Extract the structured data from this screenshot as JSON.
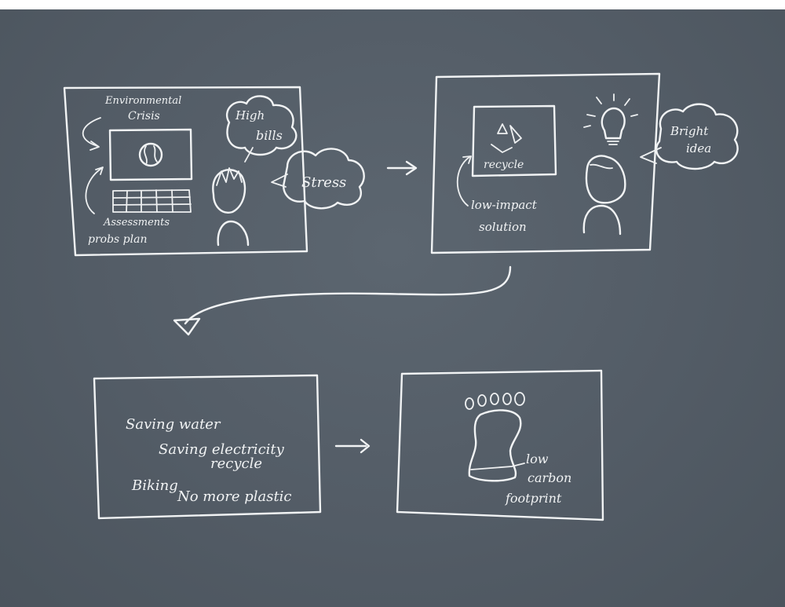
{
  "panels": {
    "panel1": {
      "header": "Environmental Crisis",
      "header_line1": "Environmental",
      "header_line2": "Crisis",
      "cloud_bills": "High bills",
      "cloud_bills_line1": "High",
      "cloud_bills_line2": "bills",
      "cloud_stress": "Stress",
      "scribble_line1": "Assessments",
      "scribble_line2": "probs plan"
    },
    "panel2": {
      "screen_label": "recycle",
      "caption_line1": "low-impact",
      "caption_line2": "solution",
      "cloud_idea_line1": "Bright",
      "cloud_idea_line2": "idea"
    },
    "panel3": {
      "items": [
        "Saving water",
        "Saving electricity",
        "recycle",
        "Biking",
        "No more plastic"
      ]
    },
    "panel4": {
      "caption_line1": "low",
      "caption_line2": "carbon",
      "caption_line3": "footprint"
    }
  },
  "icons": [
    "globe-icon",
    "recycle-icon",
    "lightbulb-icon",
    "footprint-icon"
  ],
  "colors": {
    "chalkboard": "#535c66",
    "chalk": "#f1f3f4"
  }
}
